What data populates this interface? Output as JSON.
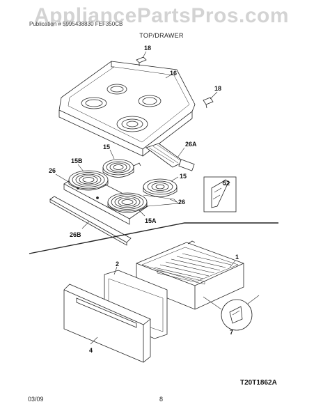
{
  "header": {
    "watermark": "AppliancePartsPros.com",
    "reference_text": "Publication # 5995438830   FEF350CB",
    "section_title": "TOP/DRAWER"
  },
  "callouts": {
    "c18a": "18",
    "c16": "16",
    "c18b": "18",
    "c15a": "15",
    "c26a": "26A",
    "c15b": "15B",
    "c26": "26",
    "c15c": "15",
    "c52": "52",
    "c26b_side": "26",
    "c15a_elem": "15A",
    "c26b": "26B",
    "c1": "1",
    "c2": "2",
    "c4": "4",
    "c7": "7"
  },
  "footer": {
    "diagram_id": "T20T1862A",
    "date": "03/09",
    "page": "8"
  }
}
